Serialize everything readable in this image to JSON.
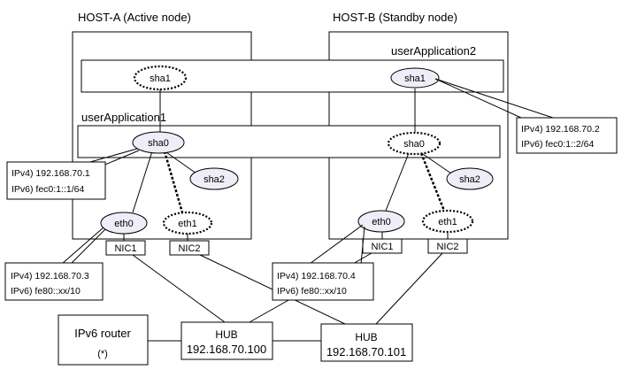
{
  "hosts": {
    "a": {
      "title": "HOST-A (Active node)"
    },
    "b": {
      "title": "HOST-B (Standby node)"
    }
  },
  "apps": {
    "app1": "userApplication1",
    "app2": "userApplication2"
  },
  "nodes": {
    "a_sha1": "sha1",
    "a_sha0": "sha0",
    "a_sha2": "sha2",
    "a_eth0": "eth0",
    "a_eth1": "eth1",
    "b_sha1": "sha1",
    "b_sha0": "sha0",
    "b_sha2": "sha2",
    "b_eth0": "eth0",
    "b_eth1": "eth1"
  },
  "nics": {
    "a_nic1": "NIC1",
    "a_nic2": "NIC2",
    "b_nic1": "NIC1",
    "b_nic2": "NIC2"
  },
  "callouts": {
    "a_sha0": {
      "ipv4": "IPv4) 192.168.70.1",
      "ipv6": "IPv6) fec0:1::1/64"
    },
    "b_sha1": {
      "ipv4": "IPv4) 192.168.70.2",
      "ipv6": "IPv6) fec0:1::2/64"
    },
    "a_eth0": {
      "ipv4": "IPv4) 192.168.70.3",
      "ipv6": "IPv6) fe80::xx/10"
    },
    "b_eth0": {
      "ipv4": "IPv4) 192.168.70.4",
      "ipv6": "IPv6) fe80::xx/10"
    }
  },
  "router": {
    "name": "IPv6 router",
    "note": "(*)"
  },
  "hubs": {
    "hub1": {
      "name": "HUB",
      "ip": "192.168.70.100"
    },
    "hub2": {
      "name": "HUB",
      "ip": "192.168.70.101"
    }
  },
  "colors": {
    "node_fill": "#eeeef8",
    "line": "#000000",
    "background": "#ffffff"
  }
}
